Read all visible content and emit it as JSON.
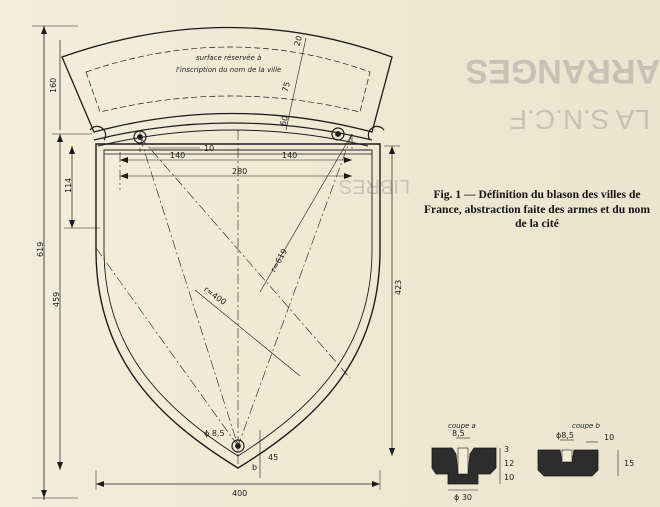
{
  "figure": {
    "caption": "Fig. 1 — Définition du blason des villes de France, abstraction faite des armes et du nom de la cité"
  },
  "drawing": {
    "band_note_line1": "surface réservée à",
    "band_note_line2": "l'inscription du nom de la ville",
    "dimensions": {
      "d_160": "160",
      "d_20": "20",
      "d_75": "75",
      "d_60_diag": "60",
      "d_10": "10",
      "d_140_left": "140",
      "d_140_right": "140",
      "d_280": "280",
      "d_114": "114",
      "r_619": "r=619",
      "r_400": "r=400",
      "d_619": "619",
      "d_459": "459",
      "d_423": "423",
      "d_45": "45",
      "d_400": "400",
      "hole_dia": "ϕ 8,5",
      "point_b": "b"
    }
  },
  "sections": {
    "coupe_a": {
      "title": "coupe a",
      "d_top": "8,5",
      "d_3": "3",
      "d_12": "12",
      "d_10": "10",
      "d_bottom": "ϕ 30"
    },
    "coupe_b": {
      "title": "coupe b",
      "d_top": "ϕ8,5",
      "d_10": "10",
      "d_15": "15"
    }
  },
  "colors": {
    "paper": "#f1ebd7",
    "ink": "#1c1c1c"
  }
}
